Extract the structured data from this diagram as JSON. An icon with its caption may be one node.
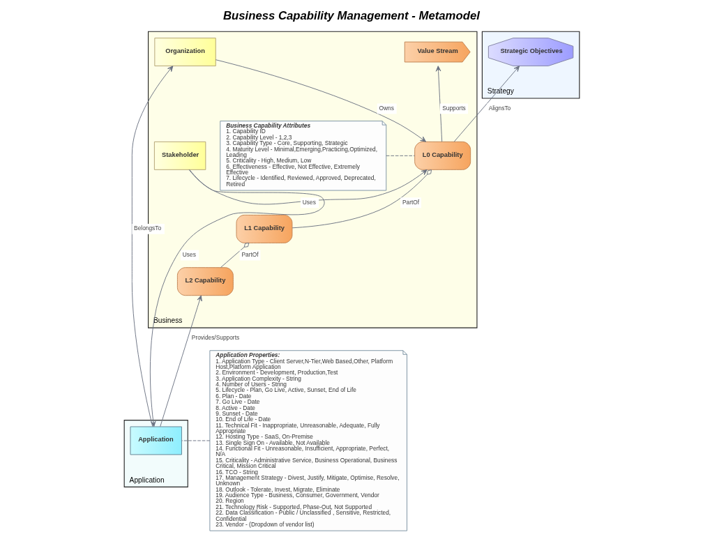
{
  "diagram": {
    "title": "Business Capability Management - Metamodel",
    "nodes": [
      {
        "text": [
          "Strategy"
        ]
      },
      {
        "text": [
          "Strategic Objectives"
        ],
        "in": 0
      },
      {
        "text": [
          "Business"
        ]
      },
      {
        "text": [
          "Value Stream"
        ],
        "in": 2
      },
      {
        "text": [
          "Organization"
        ],
        "in": 2
      },
      {
        "text": [
          "Business Capability Attributes",
          "1. Capability ID",
          "2. Capability Level - 1,2,3",
          "3. Capability Type - Core, Supporting, Strategic",
          "4. Maturity Level - Minimal,Emerging,Practicing,Optimized, Leading",
          "5. Criticality - High, Medium, Low",
          "6. Effectiveness - Effective, Not Effective, Extremely Effective",
          "7. Lifecycle - Identified, Reviewed, Approved, Deprecated, Retired"
        ],
        "in": 2
      },
      {
        "text": [
          "L0 Capability"
        ],
        "in": 2
      },
      {
        "text": [
          "Stakeholder"
        ],
        "in": 2
      },
      {
        "text": [
          "Application Properties:",
          "1. Application Type - Client Server,N-Tier,Web Based,Other, Platform Host,Platform Application",
          "2. Environment - Development, Production,Test",
          "3. Application Complexity - String",
          "4. Number of Users - String",
          "5. Lifecycle - Plan, Go Live, Active, Sunset, End of Life",
          "6. Plan - Date",
          "7. Go Live - Date",
          "8. Active - Date",
          "9. Sunset - Date",
          "10. End of Life - Date",
          "11. Technical Fit - Inappropriate, Unreasonable, Adequate, Fully Appropriate",
          "12. Hosting Type - SaaS, On-Premise",
          "13. Single Sign On - Available, Not Available",
          "14. Functional Fit - Unreasonable, Insufficient, Appropriate, Perfect, N/A",
          "15. Criticality - Administrative Service, Business Operational, Business Critical, Mission Critical",
          "16. TCO - String",
          "17. Management Strategy - Divest, Justify, Mitigate, Optimise, Resolve, Unknown",
          "18. Outlook - Tolerate, Invest, Migrate, Eliminate",
          "19. Audience Type - Business, Consumer, Government, Vendor",
          "20. Region",
          "21. Technology Risk - Supported, Phase-Out, Not Supported",
          "22. Data Classification - Public / Unclassified , Sensitive, Restricted, Confidential",
          "23. Vendor - (Dropdown of vendor list)"
        ]
      },
      {
        "text": [
          "L1 Capability"
        ],
        "in": 2
      },
      {
        "text": [
          "L2 Capability"
        ],
        "in": 2
      },
      {
        "text": [
          "Application"
        ]
      },
      {
        "text": [
          "Application"
        ],
        "in": 11
      }
    ],
    "edges": [
      {
        "from": 6,
        "to": 1,
        "arrow": "to",
        "label": "AlignsTo"
      },
      {
        "from": 6,
        "to": 3,
        "arrow": "to",
        "label": "Supports"
      },
      {
        "from": 4,
        "to": 6,
        "arrow": "to",
        "label": "Owns"
      },
      {
        "from": 7,
        "to": 6,
        "arrow": "to",
        "label": "Uses"
      },
      {
        "from": 5,
        "to": 6,
        "arrow": "none",
        "style": "dashed"
      },
      {
        "from": 9,
        "to": 6,
        "arrow": "other",
        "label": "PartOf"
      },
      {
        "from": 10,
        "to": 9,
        "arrow": "other",
        "label": "PartOf"
      },
      {
        "from": 12,
        "to": 10,
        "arrow": "to",
        "label": "Provides/Supports"
      },
      {
        "from": 12,
        "to": 4,
        "arrow": "to",
        "label": "BelongsTo"
      },
      {
        "from": 7,
        "to": 12,
        "arrow": "to",
        "label": "Uses"
      },
      {
        "from": 8,
        "to": 12,
        "arrow": "none",
        "style": "dashed"
      }
    ]
  }
}
